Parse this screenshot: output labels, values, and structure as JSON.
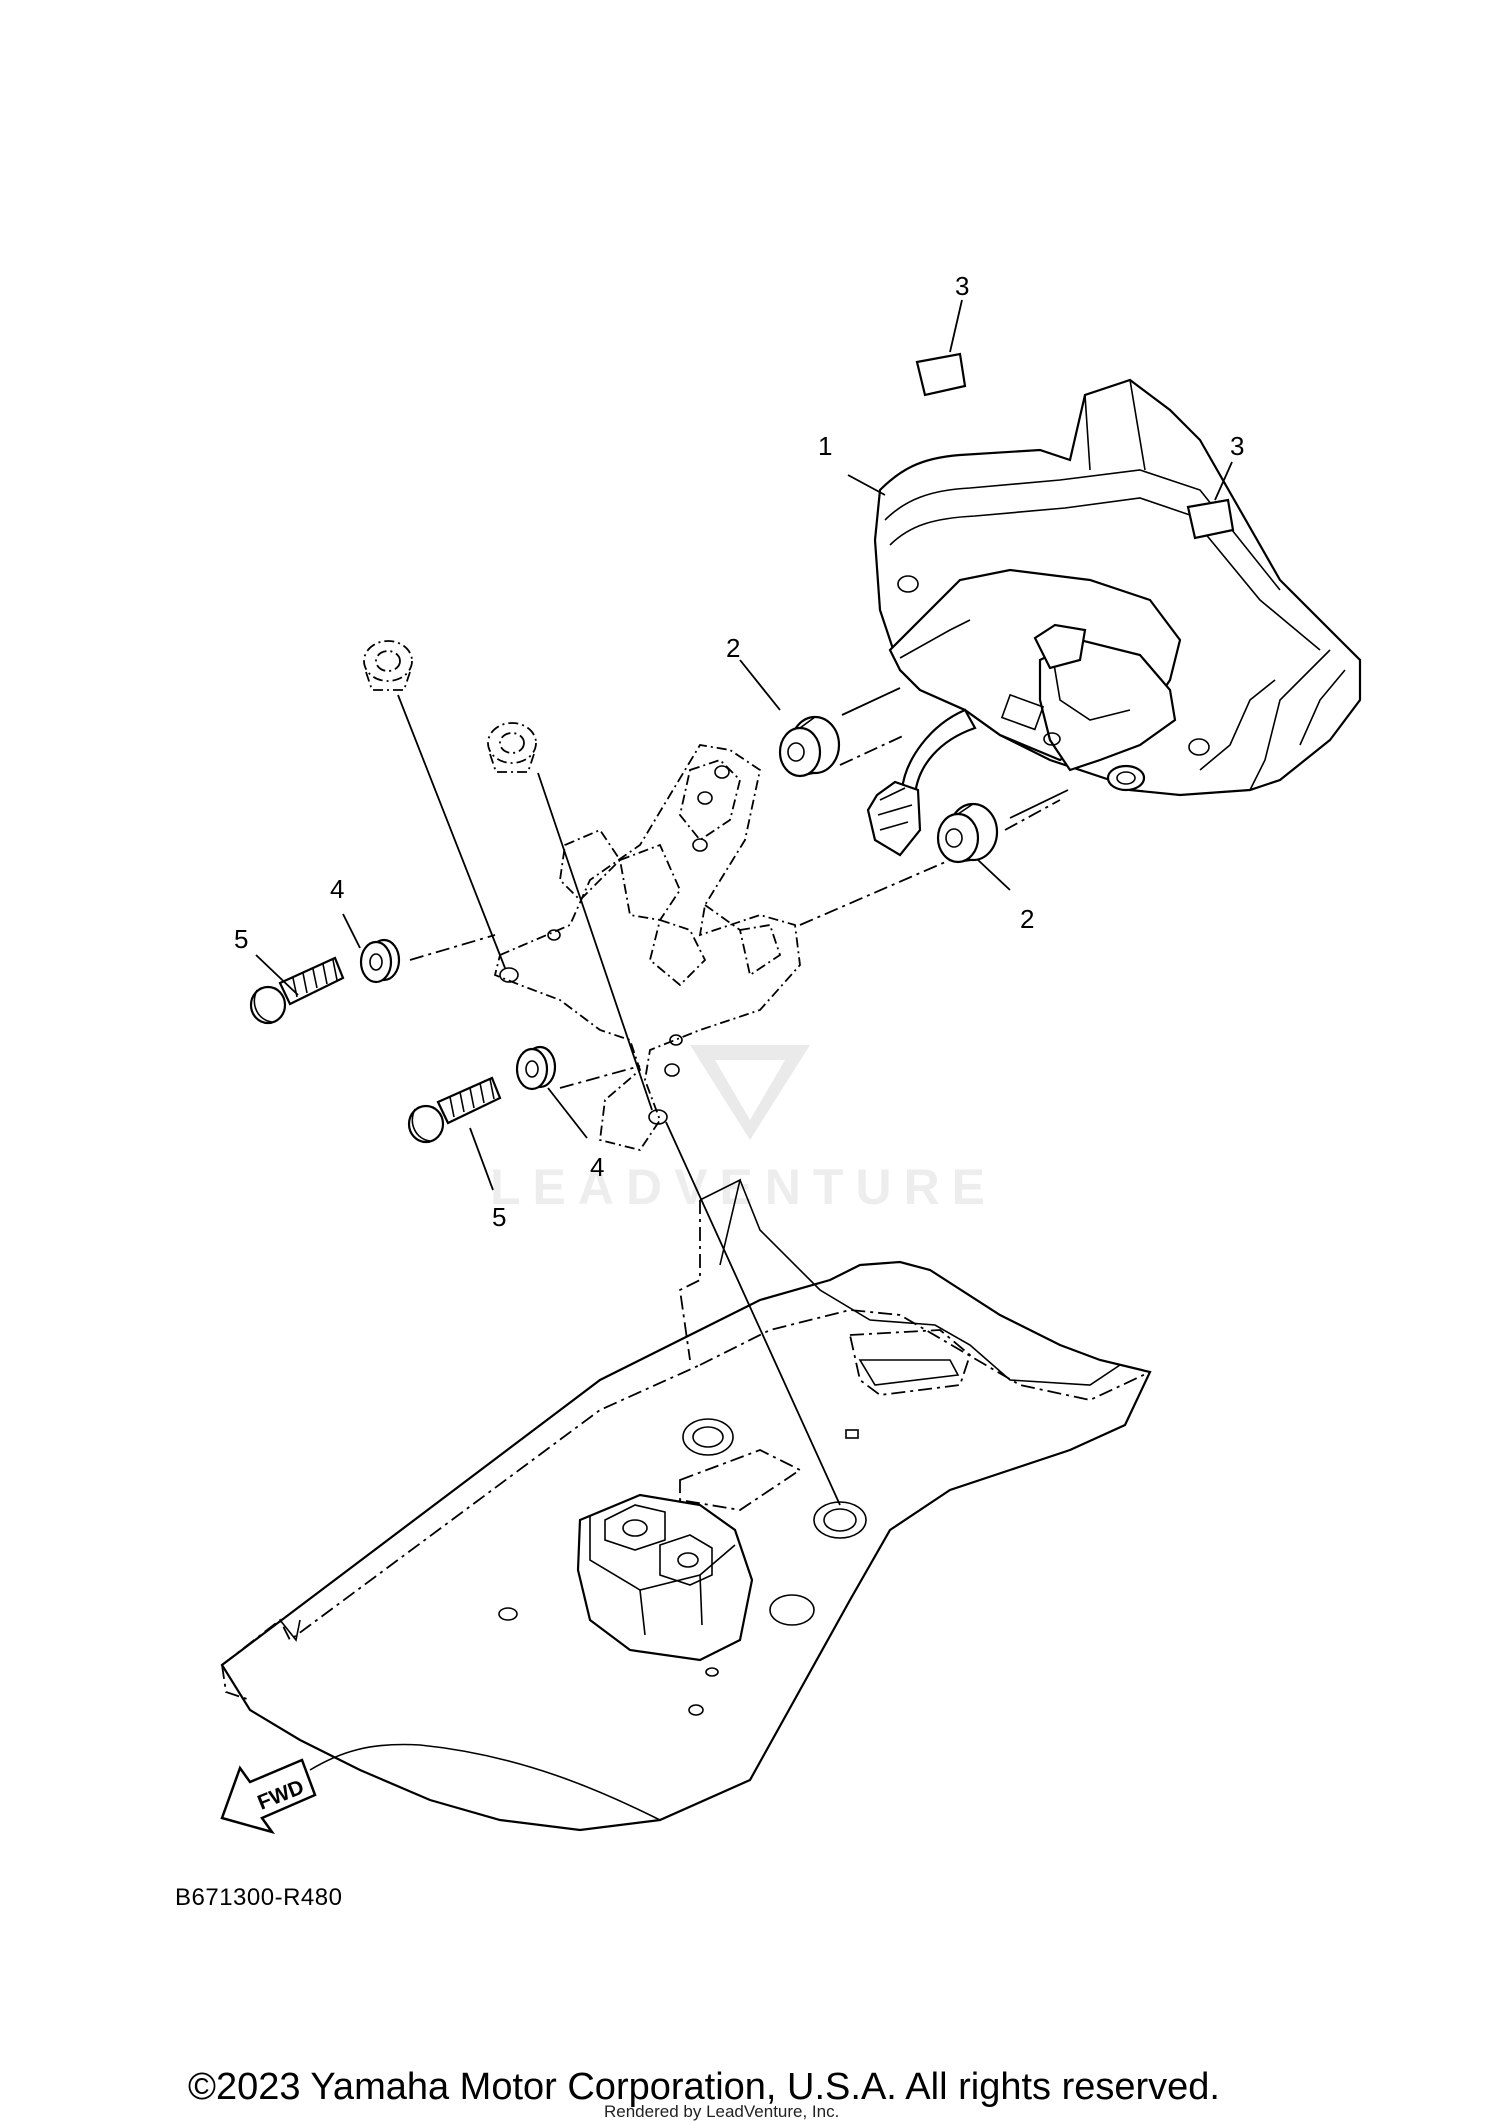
{
  "diagram": {
    "code": "B671300-R480",
    "fwd_label": "FWD",
    "callouts": [
      {
        "id": "c1",
        "label": "1"
      },
      {
        "id": "c2a",
        "label": "2"
      },
      {
        "id": "c2b",
        "label": "2"
      },
      {
        "id": "c3a",
        "label": "3"
      },
      {
        "id": "c3b",
        "label": "3"
      },
      {
        "id": "c4a",
        "label": "4"
      },
      {
        "id": "c4b",
        "label": "4"
      },
      {
        "id": "c5a",
        "label": "5"
      },
      {
        "id": "c5b",
        "label": "5"
      }
    ]
  },
  "watermark": {
    "text": "LEADVENTURE"
  },
  "footer": {
    "copyright": "©2023 Yamaha Motor Corporation, U.S.A. All rights reserved.",
    "render_note": "Rendered by LeadVenture, Inc."
  }
}
